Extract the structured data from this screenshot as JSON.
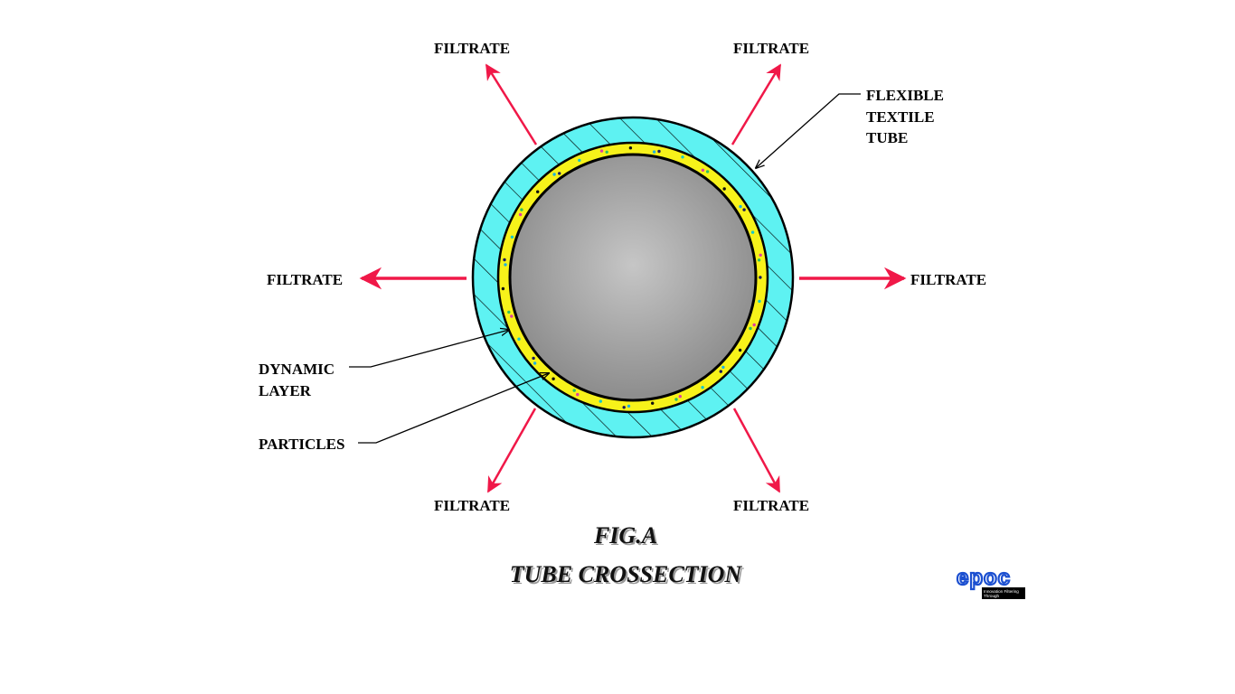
{
  "labels": {
    "filtrate_top_left": "FILTRATE",
    "filtrate_top_right": "FILTRATE",
    "filtrate_left": "FILTRATE",
    "filtrate_right": "FILTRATE",
    "filtrate_bottom_left": "FILTRATE",
    "filtrate_bottom_right": "FILTRATE",
    "flexible_textile_tube": [
      "FLEXIBLE",
      "TEXTILE",
      "TUBE"
    ],
    "dynamic_layer": [
      "DYNAMIC",
      "LAYER"
    ],
    "particles": "PARTICLES"
  },
  "caption": {
    "figure": "FIG.A",
    "title": "TUBE CROSSECTION"
  },
  "logo": {
    "word": "epoc",
    "tagline": [
      "Innovation Filtering",
      "Through"
    ]
  },
  "colors": {
    "tube_wall": "#5ef2f2",
    "dynamic_layer": "#f7f21a",
    "core_light": "#c4c4c4",
    "core_dark": "#8f8f8f",
    "arrow": "#f01848",
    "logo_blue": "#1b4fd0"
  }
}
